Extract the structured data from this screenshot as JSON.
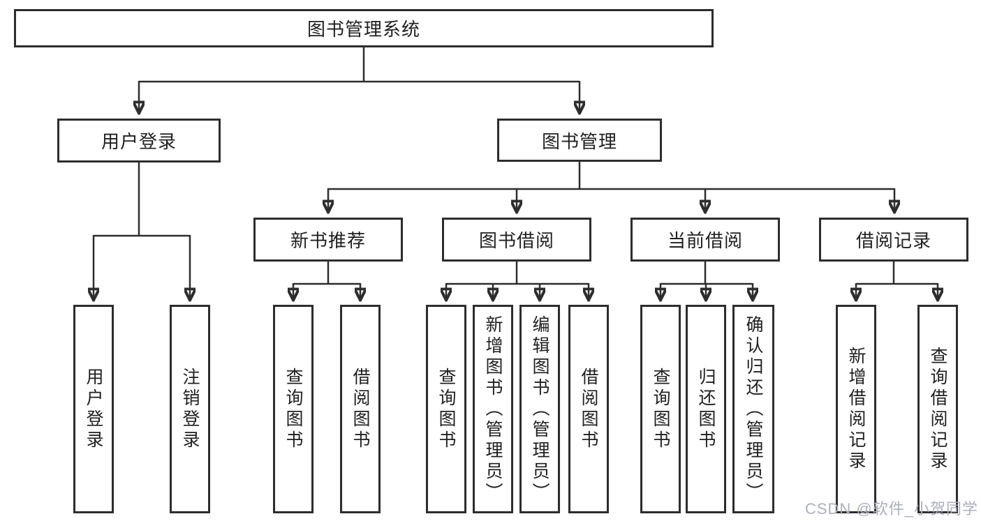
{
  "tree": {
    "root": {
      "label": "图书管理系统"
    },
    "level2": [
      {
        "label": "用户登录"
      },
      {
        "label": "图书管理"
      }
    ],
    "level3": [
      {
        "label": "新书推荐"
      },
      {
        "label": "图书借阅"
      },
      {
        "label": "当前借阅"
      },
      {
        "label": "借阅记录"
      }
    ],
    "leaves": {
      "user": [
        "用户登录",
        "注销登录"
      ],
      "recommend": [
        "查询图书",
        "借阅图书"
      ],
      "borrow": [
        "查询图书",
        "新增图书（管理员）",
        "编辑图书（管理员）",
        "借阅图书"
      ],
      "current": [
        "查询图书",
        "归还图书",
        "确认归还（管理员）"
      ],
      "record": [
        "新增借阅记录",
        "查询借阅记录"
      ]
    }
  },
  "watermark": {
    "text": "CSDN @软件_小贺同学"
  },
  "colors": {
    "line": "#2d2d2d",
    "text": "#1f1f1f",
    "watermark": "#abb0b9",
    "background": "#ffffff"
  }
}
